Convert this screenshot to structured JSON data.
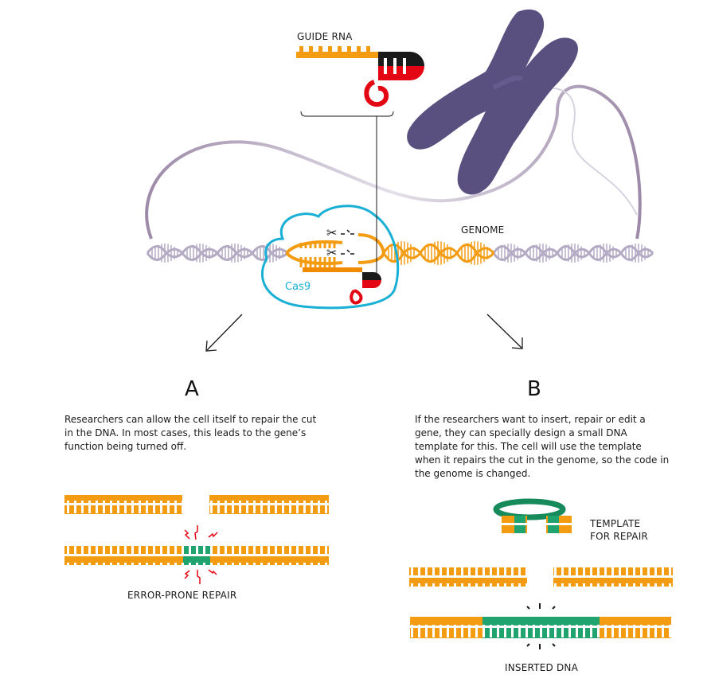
{
  "colors": {
    "orange": "#f39c12",
    "green": "#1fa36f",
    "dark_green": "#178a5c",
    "red": "#e30613",
    "black": "#1a1a1a",
    "cas9_blue": "#1ab0d6",
    "chromosome": "#5a5080",
    "dna_gray": "#b3abc3"
  },
  "top": {
    "guide_rna_label": "GUIDE RNA",
    "genome_label": "GENOME",
    "cas9_label": "Cas9"
  },
  "panel_a": {
    "heading": "A",
    "lines": [
      "Researchers can allow the cell itself to repair the cut",
      "in the DNA. In most cases, this leads to the gene’s",
      "function being turned off."
    ],
    "repair_label": "ERROR-PRONE REPAIR"
  },
  "panel_b": {
    "heading": "B",
    "lines": [
      "If the researchers want to insert, repair or edit a",
      "gene, they can specially design a small DNA",
      "template for this. The cell will use the template",
      "when it repairs the cut in the genome, so the code in",
      "the genome is changed."
    ],
    "template_label_line1": "TEMPLATE",
    "template_label_line2": "FOR REPAIR",
    "inserted_label": "INSERTED DNA"
  }
}
